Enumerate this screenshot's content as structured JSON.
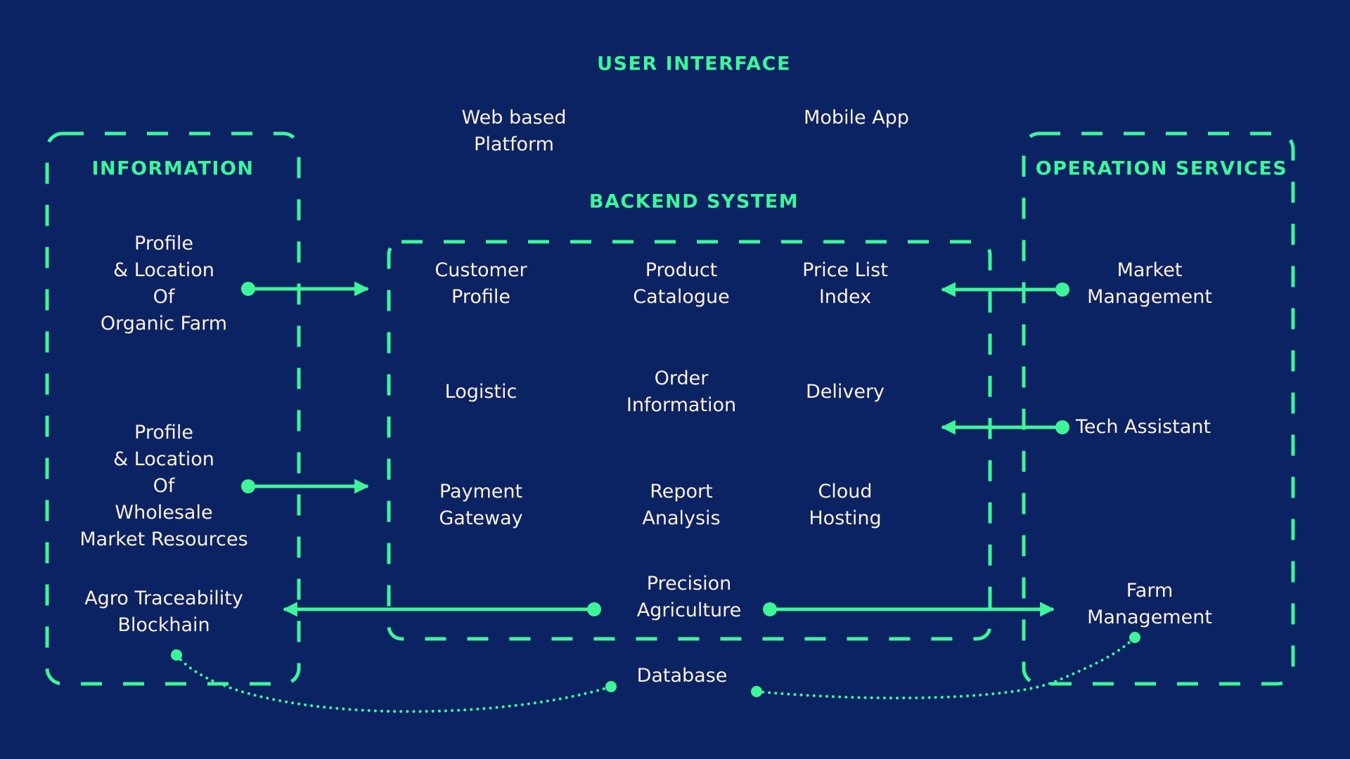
{
  "colors": {
    "background": "#0b2362",
    "accent": "#3ef59a",
    "text": "#fdf0dc"
  },
  "headings": {
    "user_interface": "USER INTERFACE",
    "information": "INFORMATION",
    "backend_system": "BACKEND SYSTEM",
    "operation_services": "OPERATION SERVICES"
  },
  "user_interface": {
    "web_platform": "Web based\nPlatform",
    "mobile_app": "Mobile App"
  },
  "information": {
    "organic_farm": "Profile\n& Location\nOf\nOrganic Farm",
    "wholesale": "Profile\n& Location\nOf\nWholesale\nMarket Resources",
    "blockchain": "Agro Traceability\nBlockhain"
  },
  "backend": {
    "customer_profile": "Customer\nProfile",
    "product_catalogue": "Product\nCatalogue",
    "price_list_index": "Price List\nIndex",
    "logistic": "Logistic",
    "order_information": "Order\nInformation",
    "delivery": "Delivery",
    "payment_gateway": "Payment\nGateway",
    "report_analysis": "Report\nAnalysis",
    "cloud_hosting": "Cloud\nHosting",
    "precision_agriculture": "Precision\nAgriculture"
  },
  "operation_services": {
    "market_management": "Market\nManagement",
    "tech_assistant": "Tech Assistant",
    "farm_management": "Farm\nManagement"
  },
  "database": "Database",
  "connections": [
    {
      "from": "Profile & Location Of Organic Farm",
      "to": "Backend System",
      "style": "arrow"
    },
    {
      "from": "Profile & Location Of Wholesale Market Resources",
      "to": "Backend System",
      "style": "arrow"
    },
    {
      "from": "Market Management",
      "to": "Backend System",
      "style": "arrow"
    },
    {
      "from": "Tech Assistant",
      "to": "Backend System",
      "style": "arrow"
    },
    {
      "from": "Precision Agriculture",
      "to": "Agro Traceability Blockhain",
      "style": "arrow"
    },
    {
      "from": "Precision Agriculture",
      "to": "Farm Management",
      "style": "arrow"
    },
    {
      "from": "Agro Traceability Blockhain",
      "to": "Database",
      "style": "dotted"
    },
    {
      "from": "Database",
      "to": "Farm Management",
      "style": "dotted"
    }
  ]
}
